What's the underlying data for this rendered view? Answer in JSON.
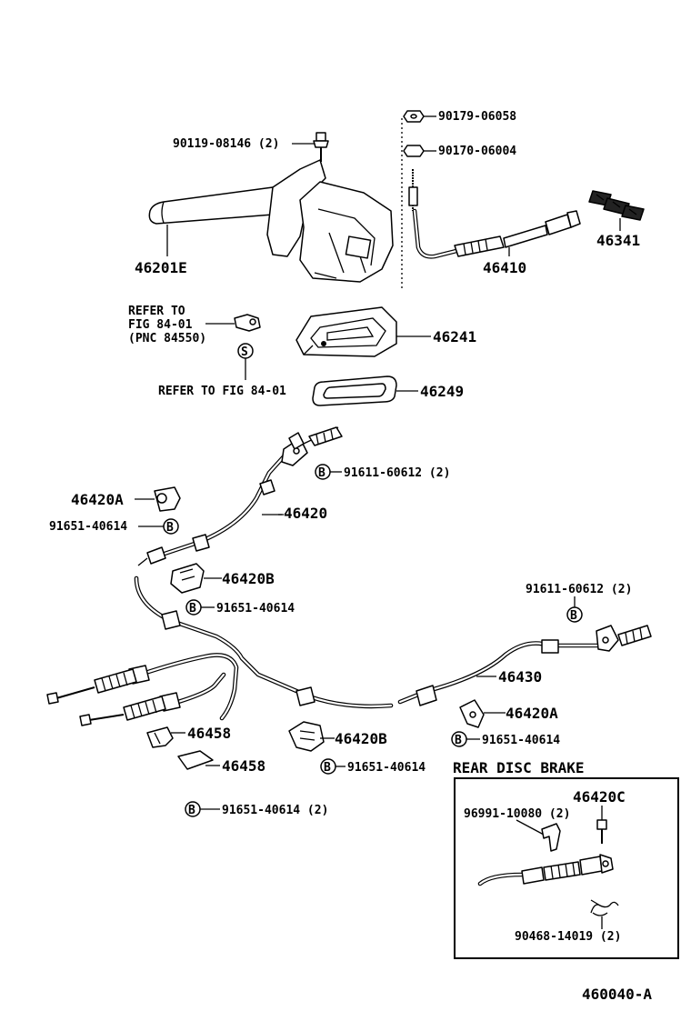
{
  "labels": {
    "p90119": "90119-08146 (2)",
    "p46201e": "46201E",
    "p90179": "90179-06058",
    "p90170": "90170-06004",
    "p46410": "46410",
    "p46341": "46341",
    "refer1a": "REFER TO",
    "refer1b": "FIG 84-01",
    "refer1c": "(PNC 84550)",
    "p46241": "46241",
    "refer2": "REFER TO FIG 84-01",
    "p46249": "46249",
    "p91611a": "91611-60612 (2)",
    "p46420a_1": "46420A",
    "p91651_1": "91651-40614",
    "p46420": "46420",
    "p46420b_1": "46420B",
    "p91651_2": "91651-40614",
    "p91611b": "91611-60612 (2)",
    "p46430": "46430",
    "p46420a_2": "46420A",
    "p91651_3": "91651-40614",
    "p46458_1": "46458",
    "p46458_2": "46458",
    "p46420b_2": "46420B",
    "p91651_4": "91651-40614",
    "p91651_5": "91651-40614 (2)",
    "rear_title": "REAR DISC BRAKE",
    "p46420c": "46420C",
    "p96991": "96991-10080 (2)",
    "p90468": "90468-14019 (2)",
    "diagram_code": "460040-A"
  },
  "markers": {
    "s": "S",
    "b": "B"
  }
}
